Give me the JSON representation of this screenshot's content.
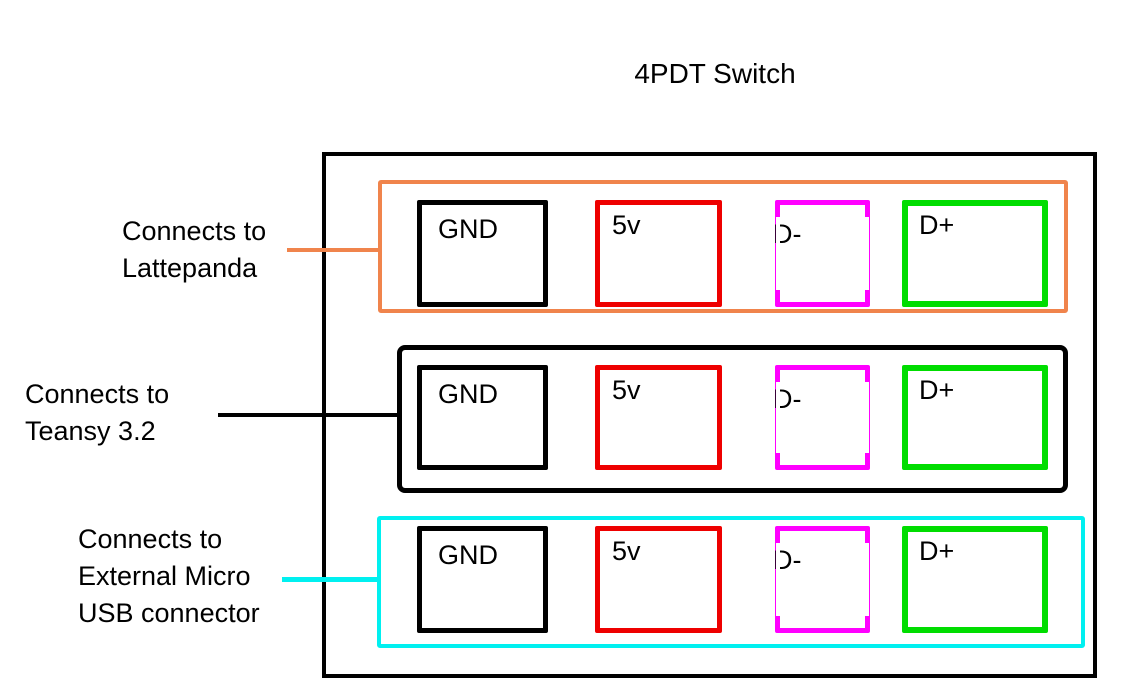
{
  "title": "4PDT Switch",
  "colors": {
    "orange": "#F0844C",
    "red": "#EE0000",
    "magenta": "#FF00FF",
    "green": "#00DD00",
    "cyan": "#00F0F0",
    "black": "#000000"
  },
  "rows": [
    {
      "name": "lattepanda",
      "label_lines": [
        "Connects to",
        "Lattepanda"
      ],
      "wire_color": "orange",
      "pins": {
        "gnd": "GND",
        "v5": "5v",
        "dminus": "D-",
        "dplus": "D+"
      }
    },
    {
      "name": "teansy-3-2",
      "label_lines": [
        "Connects to",
        "Teansy 3.2"
      ],
      "wire_color": "black",
      "pins": {
        "gnd": "GND",
        "v5": "5v",
        "dminus": "D-",
        "dplus": "D+"
      }
    },
    {
      "name": "external-micro-usb",
      "label_lines": [
        "Connects to",
        "External Micro",
        "USB connector"
      ],
      "wire_color": "cyan",
      "pins": {
        "gnd": "GND",
        "v5": "5v",
        "dminus": "D-",
        "dplus": "D+"
      }
    }
  ]
}
